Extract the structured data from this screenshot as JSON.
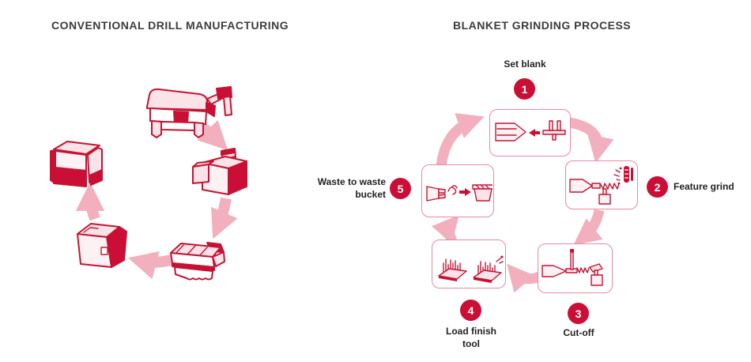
{
  "colors": {
    "accent_red": "#cb0e35",
    "arrow_pink": "#f2afbd",
    "panel_pink": "#fbe3e8",
    "box_border": "#e68aa0",
    "title_text": "#3c3c3b",
    "label_text": "#231f20"
  },
  "left_diagram": {
    "title": "CONVENTIONAL DRILL MANUFACTURING",
    "machine_icons": [
      "grinding-machine-icon",
      "cnc-machine-icon",
      "flute-grinder-machine-icon",
      "milling-machine-icon",
      "finishing-machine-icon"
    ]
  },
  "right_diagram": {
    "title": "BLANKET GRINDING PROCESS",
    "steps": [
      {
        "number": "1",
        "label": "Set blank",
        "icon": "set-blank-icon"
      },
      {
        "number": "2",
        "label": "Feature grind",
        "icon": "feature-grind-icon"
      },
      {
        "number": "3",
        "label": "Cut-off",
        "icon": "cut-off-icon"
      },
      {
        "number": "4",
        "label": "Load finish tool",
        "icon": "load-finish-tool-icon"
      },
      {
        "number": "5",
        "label": "Waste to waste bucket",
        "icon": "waste-bucket-icon"
      }
    ]
  }
}
